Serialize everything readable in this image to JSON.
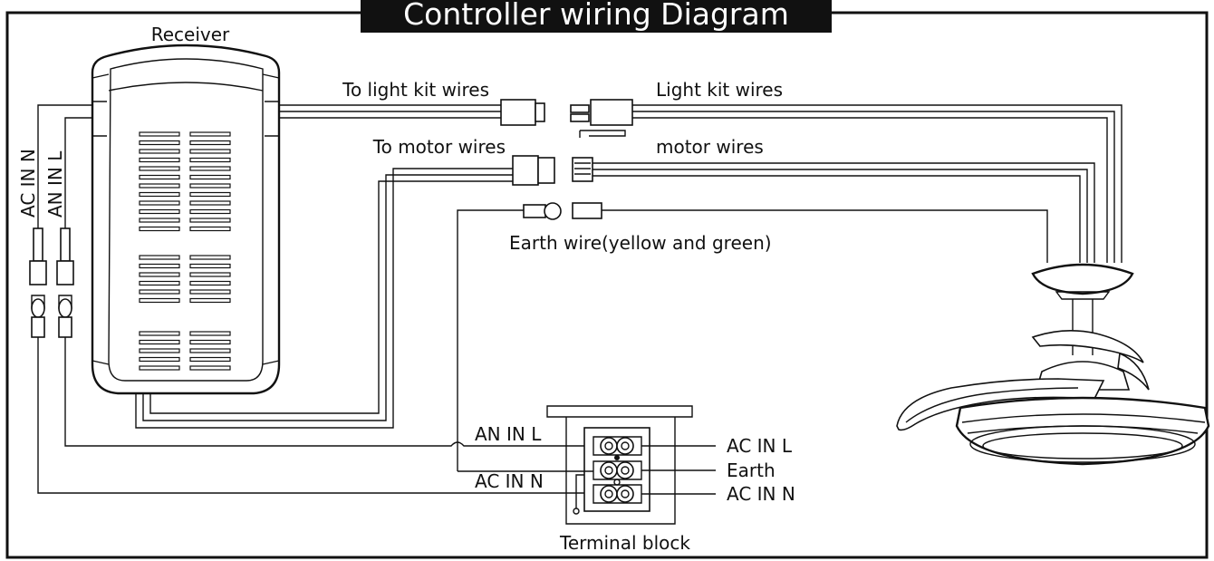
{
  "title": "Controller wiring Diagram",
  "labels": {
    "receiver": "Receiver",
    "to_light_kit_wires": "To light kit wires",
    "light_kit_wires": "Light kit wires",
    "to_motor_wires": "To motor wires",
    "motor_wires": "motor wires",
    "earth_wire": "Earth wire(yellow and green)",
    "ac_in_n_vertical": "AC IN N",
    "an_in_l_vertical": "AN IN L",
    "an_in_l_block": "AN IN L",
    "ac_in_n_block": "AC IN N",
    "ac_in_l_right": "AC IN L",
    "earth_right": "Earth",
    "ac_in_n_right": "AC IN N",
    "terminal_block": "Terminal block"
  },
  "icons": {
    "receiver": "receiver-box-icon",
    "ceiling_fan": "ceiling-fan-icon",
    "terminal_block": "terminal-block-icon"
  }
}
